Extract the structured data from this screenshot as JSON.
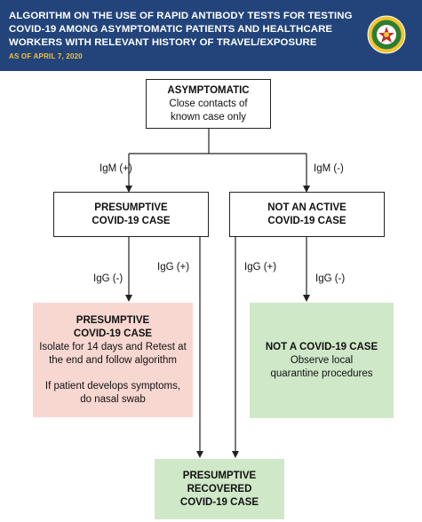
{
  "header": {
    "title": "ALGORITHM ON THE USE OF RAPID ANTIBODY TESTS FOR TESTING COVID-19 AMONG ASYMPTOMATIC PATIENTS AND HEALTHCARE WORKERS WITH RELEVANT HISTORY OF TRAVEL/EXPOSURE",
    "date": "AS OF APRIL 7, 2020",
    "seal_icon": "department-of-health-seal-icon"
  },
  "nodes": {
    "asymptomatic": {
      "title": "ASYMPTOMATIC",
      "line1": "Close contacts of",
      "line2": "known case only"
    },
    "presumptive_case": {
      "line1": "PRESUMPTIVE",
      "line2": "COVID-19 CASE"
    },
    "not_active": {
      "line1": "NOT AN ACTIVE",
      "line2": "COVID-19 CASE"
    },
    "presumptive_detail": {
      "line1": "PRESUMPTIVE",
      "line2": "COVID-19 CASE",
      "text1": "Isolate for 14 days and Retest at",
      "text2": "the end and follow algorithm",
      "text3": "If patient develops symptoms,",
      "text4": "do nasal swab"
    },
    "not_covid": {
      "title": "NOT A COVID-19 CASE",
      "text1": "Observe local",
      "text2": "quarantine procedures"
    },
    "recovered": {
      "line1": "PRESUMPTIVE",
      "line2": "RECOVERED",
      "line3": "COVID-19 CASE"
    }
  },
  "edges": {
    "igm_pos": "IgM (+)",
    "igm_neg": "IgM (-)",
    "igg_neg_left": "IgG (-)",
    "igg_pos_left": "IgG (+)",
    "igg_pos_right": "IgG (+)",
    "igg_neg_right": "IgG (-)"
  },
  "colors": {
    "header_bg": "#22447a",
    "date_text": "#f2c33a",
    "pink_box": "#f8d7d1",
    "green_box": "#cfe8c8"
  }
}
